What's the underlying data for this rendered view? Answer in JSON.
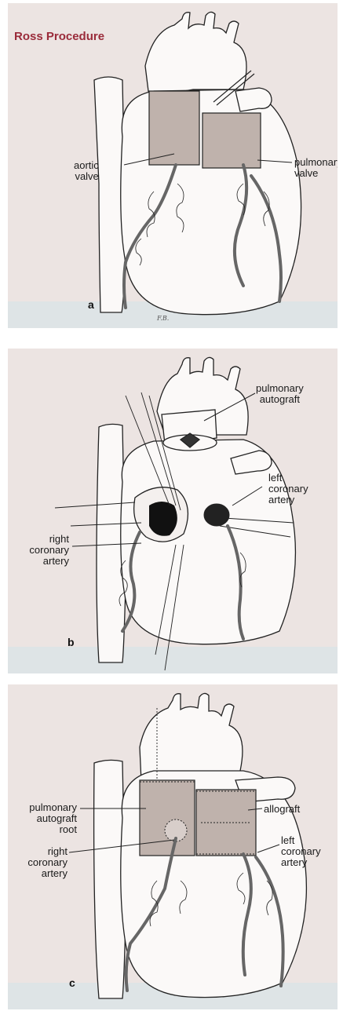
{
  "panel_a": {
    "title": "Ross Procedure",
    "letter": "a",
    "labels": {
      "aortic_valve": "aortic\nvalve",
      "pulmonary_valve": "pulmonary\nvalve"
    }
  },
  "panel_b": {
    "letter": "b",
    "labels": {
      "pulmonary_autograft": "pulmonary\nautograft",
      "left_coronary_artery": "left\ncoronary\nartery",
      "right_coronary_artery": "right\ncoronary\nartery"
    }
  },
  "panel_c": {
    "letter": "c",
    "labels": {
      "pulmonary_autograft_root": "pulmonary\nautograft\nroot",
      "allograft": "allograft",
      "left_coronary_artery": "left\ncoronary\nartery",
      "right_coronary_artery": "right\ncoronary\nartery"
    }
  },
  "colors": {
    "background": "#ece4e2",
    "graft": "#bfb2ac",
    "title": "#9a2b3a",
    "line": "#222222"
  }
}
